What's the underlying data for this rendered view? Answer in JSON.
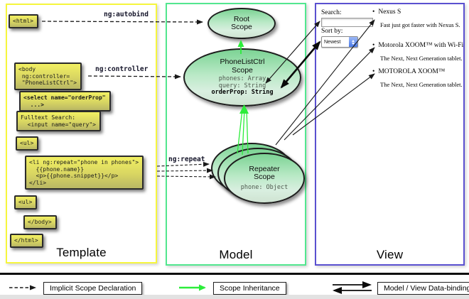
{
  "colors": {
    "template_border": "#f6f63e",
    "model_border": "#52e78f",
    "view_border": "#5a50d0",
    "code_box_top": "#f2f062",
    "code_box_bottom": "#b9b764",
    "scope_top": "#7cd394",
    "green_arrow": "#2ced3a",
    "arrow_black": "#1a1a1a",
    "select_stepper": "#4a7ae8"
  },
  "template": {
    "panel_label": "Template",
    "ng_autobind": "ng:autobind",
    "ng_controller": "ng:controller",
    "ng_repeat": "ng:repeat",
    "html_open": "<html>",
    "body_open": "<body\n ng:controller=\n \"PhoneListCtrl\">",
    "select_tag": "<select name=\"orderProp\"\n  ...>",
    "fulltext": "Fulltext Search:\n  <input name=\"query\">",
    "ul_open": "<ul>",
    "li_repeat": "<li ng:repeat=\"phone in phones\">\n  {{phone.name}}\n  <p>{{phone.snippet}}</p>\n</li>",
    "ul_close": "<ul>",
    "body_close": "</body>",
    "html_close": "</html>"
  },
  "model": {
    "panel_label": "Model",
    "root_scope_title": "Root\nScope",
    "plc_title": "PhoneListCtrl\nScope",
    "plc_props": "phones: Array\nquery: String",
    "plc_bold_prop": "orderProp: String",
    "repeater_title": "Repeater\nScope",
    "repeater_prop": "phone: Object"
  },
  "view": {
    "panel_label": "View",
    "search_label": "Search:",
    "search_value": "",
    "sort_label": "Sort by:",
    "sort_value": "Newest",
    "items": [
      {
        "bullet": "•",
        "name": "Nexus S",
        "desc": "Fast just got faster with Nexus S."
      },
      {
        "bullet": "•",
        "name": "Motorola XOOM™ with Wi-Fi",
        "desc": "The Next, Next Generation tablet."
      },
      {
        "bullet": "•",
        "name": "MOTOROLA XOOM™",
        "desc": "The Next, Next Generation tablet."
      }
    ]
  },
  "legend": {
    "implicit": "Implicit Scope Declaration",
    "inheritance": "Scope Inheritance",
    "databinding": "Model / View Data-binding"
  }
}
